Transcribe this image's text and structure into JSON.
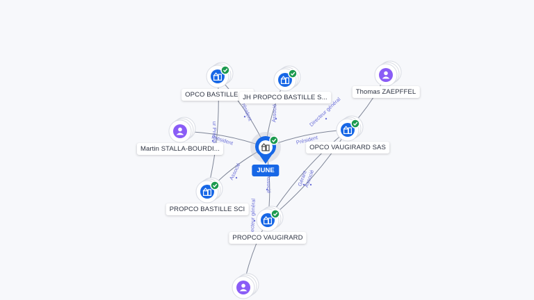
{
  "center": {
    "label": "JUNE",
    "type": "company",
    "verified": true
  },
  "nodes": [
    {
      "id": "opco-bastille",
      "label": "OPCO BASTILLE S...",
      "type": "company",
      "verified": true
    },
    {
      "id": "jh-propco",
      "label": "JH PROPCO BASTILLE S...",
      "type": "company",
      "verified": true
    },
    {
      "id": "thomas",
      "label": "Thomas ZAEPFFEL",
      "type": "person",
      "verified": false
    },
    {
      "id": "martin",
      "label": "Martin STALLA-BOURDI...",
      "type": "person",
      "verified": false
    },
    {
      "id": "opco-vaugirard",
      "label": "OPCO VAUGIRARD SAS",
      "type": "company",
      "verified": true
    },
    {
      "id": "propco-bastille",
      "label": "PROPCO BASTILLE SCI",
      "type": "company",
      "verified": true
    },
    {
      "id": "propco-vaugirard",
      "label": "PROPCO VAUGIRARD",
      "type": "company",
      "verified": true
    },
    {
      "id": "bottom-person",
      "label": "",
      "type": "person",
      "verified": false
    }
  ],
  "edges": [
    {
      "from": "center",
      "to": "opco-bastille",
      "label": "Président"
    },
    {
      "from": "center",
      "to": "jh-propco",
      "label": "Associé"
    },
    {
      "from": "center",
      "to": "martin",
      "label": "Président"
    },
    {
      "from": "center",
      "to": "opco-vaugirard",
      "label": "Président"
    },
    {
      "from": "center",
      "to": "propco-bastille",
      "label": "Associé"
    },
    {
      "from": "center",
      "to": "propco-vaugirard",
      "label": "Associé"
    },
    {
      "from": "opco-vaugirard",
      "to": "thomas",
      "label": "Directeur général"
    },
    {
      "from": "opco-bastille",
      "to": "propco-bastille",
      "label": "ur Président"
    },
    {
      "from": "opco-vaugirard",
      "to": "propco-vaugirard",
      "label": "Gérant"
    },
    {
      "from": "opco-vaugirard",
      "to": "propco-vaugirard",
      "label": "Associé"
    },
    {
      "from": "propco-vaugirard",
      "to": "bottom-person",
      "label": "ecteur général"
    }
  ],
  "colors": {
    "company_icon": "#1767e6",
    "person_icon": "#8a5cf6",
    "verified_badge": "#1c9a4f",
    "edge": "#7d8496",
    "edge_label": "#6b6fd8",
    "center": "#1767e6"
  }
}
